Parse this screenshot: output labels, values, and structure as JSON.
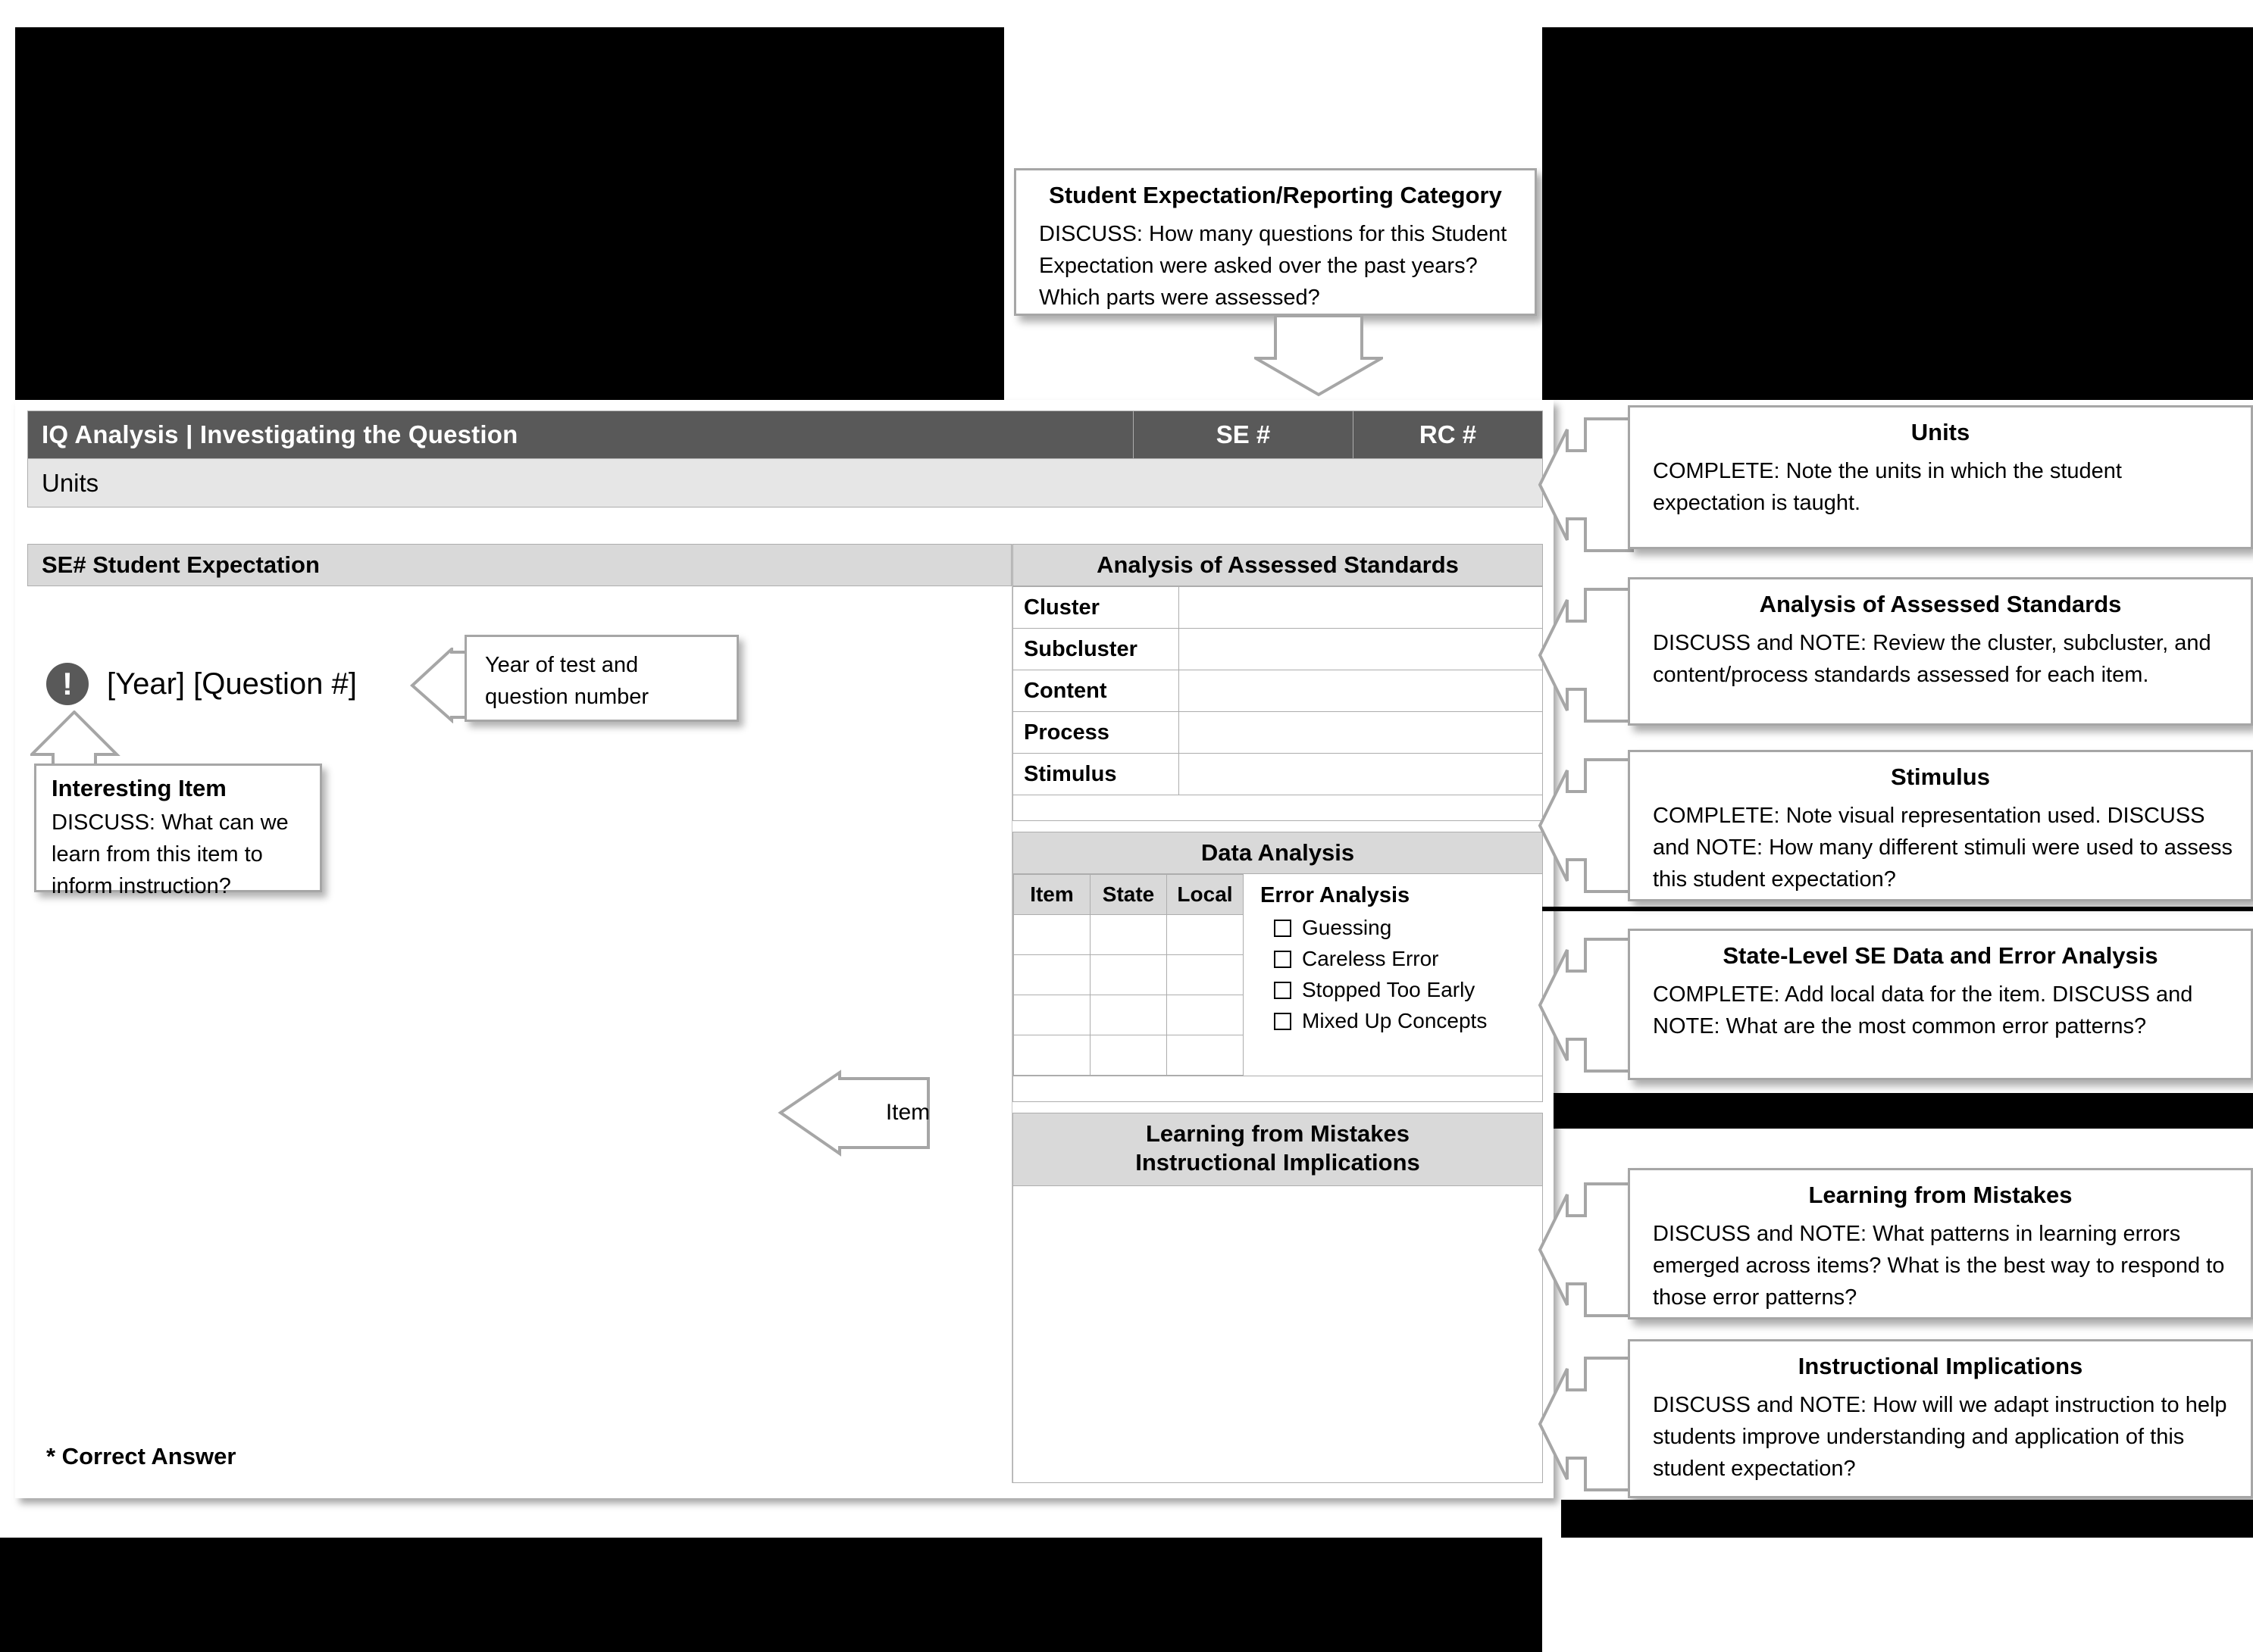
{
  "document": {
    "header": {
      "title": "IQ Analysis | Investigating the Question",
      "se_label": "SE #",
      "rc_label": "RC #"
    },
    "units_row_label": "Units",
    "left_panel": {
      "section_header": "SE# Student Expectation",
      "item_icon": "!",
      "item_placeholder": "[Year] [Question #]",
      "footer_note": "* Correct Answer"
    },
    "right_panel": {
      "standards": {
        "title": "Analysis of Assessed Standards",
        "rows": [
          {
            "label": "Cluster",
            "value": ""
          },
          {
            "label": "Subcluster",
            "value": ""
          },
          {
            "label": "Content",
            "value": ""
          },
          {
            "label": "Process",
            "value": ""
          },
          {
            "label": "Stimulus",
            "value": ""
          }
        ]
      },
      "data_analysis": {
        "title": "Data Analysis",
        "columns": [
          "Item",
          "State",
          "Local"
        ],
        "rows": [
          [
            "",
            "",
            ""
          ],
          [
            "",
            "",
            ""
          ],
          [
            "",
            "",
            ""
          ],
          [
            "",
            "",
            ""
          ]
        ],
        "error_analysis": {
          "title": "Error Analysis",
          "options": [
            "Guessing",
            "Careless Error",
            "Stopped Too Early",
            "Mixed Up Concepts"
          ]
        }
      },
      "learning": {
        "title_line1": "Learning from Mistakes",
        "title_line2": "Instructional Implications"
      }
    }
  },
  "inline_notes": {
    "year_question": {
      "text": "Year of test and question number"
    },
    "interesting_item": {
      "title": "Interesting Item",
      "body": "DISCUSS: What can we learn from this item to inform instruction?"
    },
    "item_arrow": {
      "label": "Item"
    }
  },
  "callouts": {
    "top": {
      "title": "Student Expectation/Reporting Category",
      "body": "DISCUSS: How many questions for this Student Expectation were asked over the past years? Which parts were assessed?"
    },
    "side": [
      {
        "title": "Units",
        "body": "COMPLETE: Note the units in which the student expectation is taught."
      },
      {
        "title": "Analysis of Assessed Standards",
        "body": "DISCUSS and NOTE: Review the cluster, subcluster, and content/process standards assessed for each item."
      },
      {
        "title": "Stimulus",
        "body": "COMPLETE: Note visual representation used. DISCUSS and NOTE: How many different stimuli were used to assess this student expectation?"
      },
      {
        "title": "State-Level SE Data and Error Analysis",
        "body": "COMPLETE: Add local data for the item. DISCUSS and NOTE: What are the most common error patterns?"
      },
      {
        "title": "Learning from Mistakes",
        "body": "DISCUSS and NOTE: What patterns in learning errors emerged across items? What is the best way to respond to those error patterns?"
      },
      {
        "title": "Instructional Implications",
        "body": "DISCUSS and NOTE: How will we adapt instruction to help students improve understanding and application of this student expectation?"
      }
    ]
  },
  "colors": {
    "header_band": "#595959",
    "units_band": "#e6e6e6",
    "section_band": "#d9d9d9",
    "border": "#adadad",
    "callout_border": "#a6a6a6",
    "background": "#000000"
  }
}
